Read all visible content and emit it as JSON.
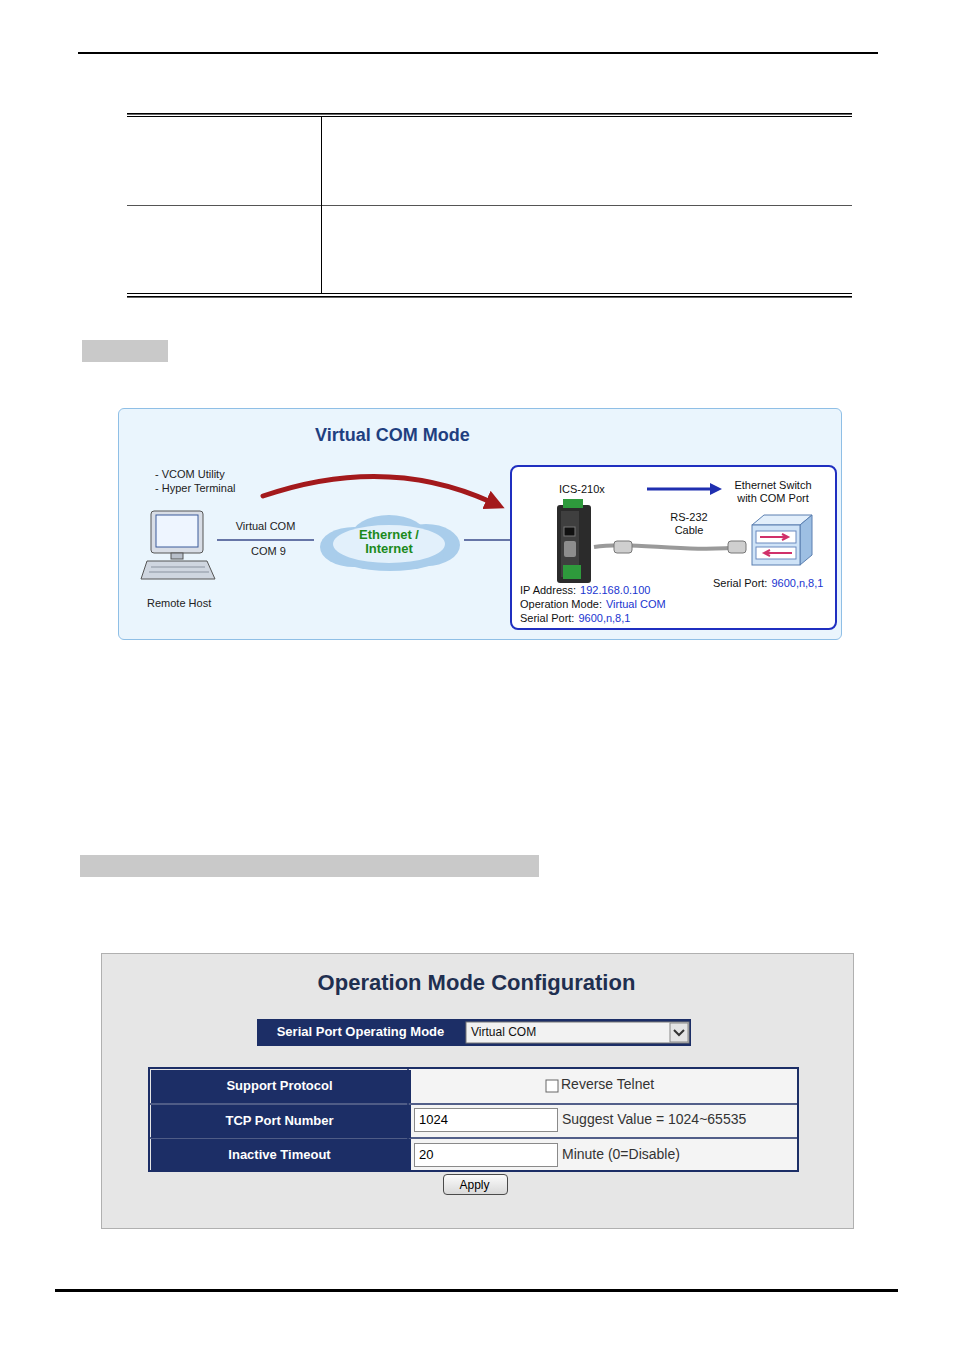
{
  "diagram": {
    "nodes": [
      {
        "text": [
          "Virtual COM Mode"
        ]
      },
      {
        "text": [
          "Remote Host"
        ],
        "in": 0
      },
      {
        "text": [
          "Ethernet / Internet"
        ],
        "in": 0
      },
      {
        "text": [
          "ICS-210x",
          "IP Address:",
          "192.168.0.100",
          "Operation Mode:",
          "Virtual COM",
          "Serial Port:",
          "9600,n,8,1",
          "Ethernet Switch with COM Port",
          "RS-232 Cable",
          "Serial Port:",
          "9600,n,8,1"
        ],
        "in": 0
      },
      {
        "text": [
          "Operation Mode Configuration"
        ]
      },
      {
        "text": [
          "Serial Port Operating Mode"
        ],
        "in": 4
      },
      {
        "text": [
          "Virtual COM"
        ],
        "in": 4
      },
      {
        "text": [
          "Support Protocol"
        ],
        "in": 4
      },
      {
        "text": [
          "TCP Port Number"
        ],
        "in": 4
      },
      {
        "text": [
          "1024"
        ],
        "in": 4
      },
      {
        "text": [
          "Inactive Timeout"
        ],
        "in": 4
      },
      {
        "text": [
          "20"
        ],
        "in": 4
      },
      {
        "text": [
          "Apply"
        ],
        "in": 4
      }
    ],
    "edges": [
      {
        "from": 1,
        "to": 2,
        "label": "Virtual COM",
        "arrow": "none"
      },
      {
        "from": 2,
        "to": 3,
        "arrow": "none"
      }
    ],
    "labels": [
      "- VCOM Utility",
      "- Hyper Terminal",
      "COM 9",
      "Reverse Telnet",
      "Suggest Value = 1024~65535",
      "Minute (0=Disable)"
    ]
  }
}
